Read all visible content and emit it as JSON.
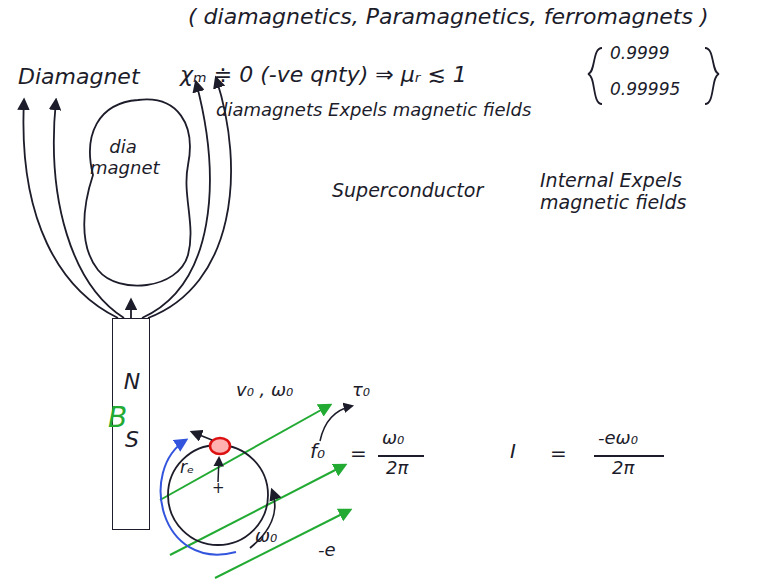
{
  "diagram": {
    "nodes": [
      {
        "text": [
          "dia magnet"
        ]
      },
      {
        "text": [
          "N",
          "S"
        ]
      }
    ],
    "labels": [
      "( diamagnetics, Paramagnetics, ferromagnets )",
      "Diamagnet",
      "χₘ ≑ 0 (-ve qnty) ⇒ μᵣ ≲ 1",
      "0.9999",
      "0.99995",
      "diamagnets Expels magnetic fields",
      "Superconductor",
      "Internal Expels magnetic fields",
      "B",
      "v₀ , ω₀",
      "rₑ",
      "+",
      "ω₀",
      "τ₀",
      "f₀",
      "=",
      "ω₀",
      "2π",
      "I",
      "=",
      "-eω₀",
      "2π",
      "-e"
    ]
  }
}
